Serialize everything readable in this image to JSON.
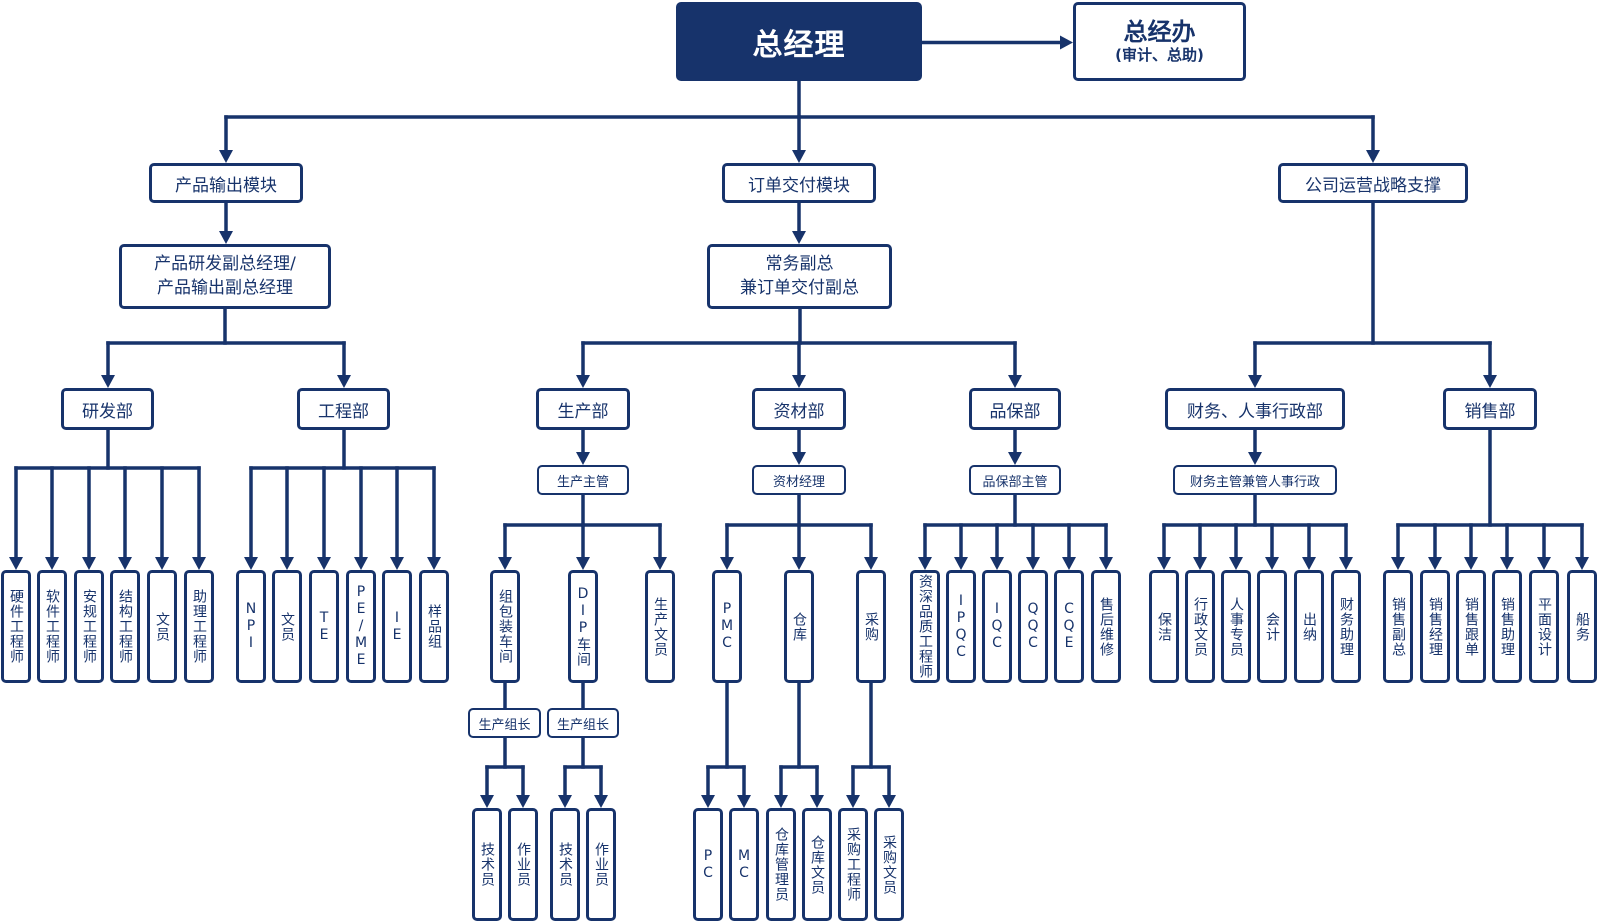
{
  "colors": {
    "primary": "#17336b",
    "background": "#ffffff",
    "root_text": "#ffffff"
  },
  "nodes": {
    "ceo": "总经理",
    "gm_office_title": "总经办",
    "gm_office_subtitle": "(审计、总助)",
    "m_product": "产品输出模块",
    "m_order": "订单交付模块",
    "m_ops": "公司运营战略支撑",
    "vp_product": "产品研发副总经理/\n产品输出副总经理",
    "vp_order": "常务副总\n兼订单交付副总",
    "d_rd": "研发部",
    "d_eng": "工程部",
    "d_prod": "生产部",
    "d_mat": "资材部",
    "d_qa": "品保部",
    "d_fin": "财务、人事行政部",
    "d_sales": "销售部",
    "s_prod": "生产主管",
    "s_mat": "资材经理",
    "s_qa": "品保部主管",
    "s_fin": "财务主管兼管人事行政",
    "rd1": "硬件工程师",
    "rd2": "软件工程师",
    "rd3": "安规工程师",
    "rd4": "结构工程师",
    "rd5": "文员",
    "rd6": "助理工程师",
    "eng1": "NPI",
    "eng2": "文员",
    "eng3": "TE",
    "eng4": "PE/ME",
    "eng5": "IE",
    "eng6": "样品组",
    "prod1": "组包装车间",
    "prod2": "DIP车间",
    "prod3": "生产文员",
    "lead1": "生产组长",
    "lead2": "生产组长",
    "w1": "技术员",
    "w2": "作业员",
    "w3": "技术员",
    "w4": "作业员",
    "mat1": "PMC",
    "mat2": "仓库",
    "mat3": "采购",
    "pc": "PC",
    "mc": "MC",
    "wh1": "仓库管理员",
    "wh2": "仓库文员",
    "pu1": "采购工程师",
    "pu2": "采购文员",
    "qa1": "资深品质工程师",
    "qa2": "IPQC",
    "qa3": "IQC",
    "qa4": "QQC",
    "qa5": "CQE",
    "qa6": "售后维修",
    "fin1": "保洁",
    "fin2": "行政文员",
    "fin3": "人事专员",
    "fin4": "会计",
    "fin5": "出纳",
    "fin6": "财务助理",
    "sal1": "销售副总",
    "sal2": "销售经理",
    "sal3": "销售跟单",
    "sal4": "销售助理",
    "sal5": "平面设计",
    "sal6": "船务"
  },
  "side_links": [
    {
      "from": "ceo",
      "to": "gm_office"
    }
  ],
  "hierarchy": [
    {
      "parent": "ceo",
      "children": [
        "m_product",
        "m_order",
        "m_ops"
      ]
    },
    {
      "parent": "m_product",
      "children": [
        "vp_product"
      ]
    },
    {
      "parent": "m_order",
      "children": [
        "vp_order"
      ]
    },
    {
      "parent": "vp_product",
      "children": [
        "d_rd",
        "d_eng"
      ]
    },
    {
      "parent": "vp_order",
      "children": [
        "d_prod",
        "d_mat",
        "d_qa"
      ]
    },
    {
      "parent": "m_ops",
      "children": [
        "d_fin",
        "d_sales"
      ]
    },
    {
      "parent": "d_prod",
      "children": [
        "s_prod"
      ]
    },
    {
      "parent": "d_mat",
      "children": [
        "s_mat"
      ]
    },
    {
      "parent": "d_qa",
      "children": [
        "s_qa"
      ]
    },
    {
      "parent": "d_fin",
      "children": [
        "s_fin"
      ]
    },
    {
      "parent": "d_rd",
      "children": [
        "rd1",
        "rd2",
        "rd3",
        "rd4",
        "rd5",
        "rd6"
      ]
    },
    {
      "parent": "d_eng",
      "children": [
        "eng1",
        "eng2",
        "eng3",
        "eng4",
        "eng5",
        "eng6"
      ]
    },
    {
      "parent": "s_prod",
      "children": [
        "prod1",
        "prod2",
        "prod3"
      ]
    },
    {
      "parent": "s_mat",
      "children": [
        "mat1",
        "mat2",
        "mat3"
      ]
    },
    {
      "parent": "s_qa",
      "children": [
        "qa1",
        "qa2",
        "qa3",
        "qa4",
        "qa5",
        "qa6"
      ]
    },
    {
      "parent": "s_fin",
      "children": [
        "fin1",
        "fin2",
        "fin3",
        "fin4",
        "fin5",
        "fin6"
      ]
    },
    {
      "parent": "d_sales",
      "children": [
        "sal1",
        "sal2",
        "sal3",
        "sal4",
        "sal5",
        "sal6"
      ]
    },
    {
      "parent": "prod1",
      "children": [
        "lead1"
      ]
    },
    {
      "parent": "prod2",
      "children": [
        "lead2"
      ]
    },
    {
      "parent": "lead1",
      "children": [
        "w1",
        "w2"
      ]
    },
    {
      "parent": "lead2",
      "children": [
        "w3",
        "w4"
      ]
    },
    {
      "parent": "mat1",
      "children": [
        "pc",
        "mc"
      ]
    },
    {
      "parent": "mat2",
      "children": [
        "wh1",
        "wh2"
      ]
    },
    {
      "parent": "mat3",
      "children": [
        "pu1",
        "pu2"
      ]
    }
  ]
}
